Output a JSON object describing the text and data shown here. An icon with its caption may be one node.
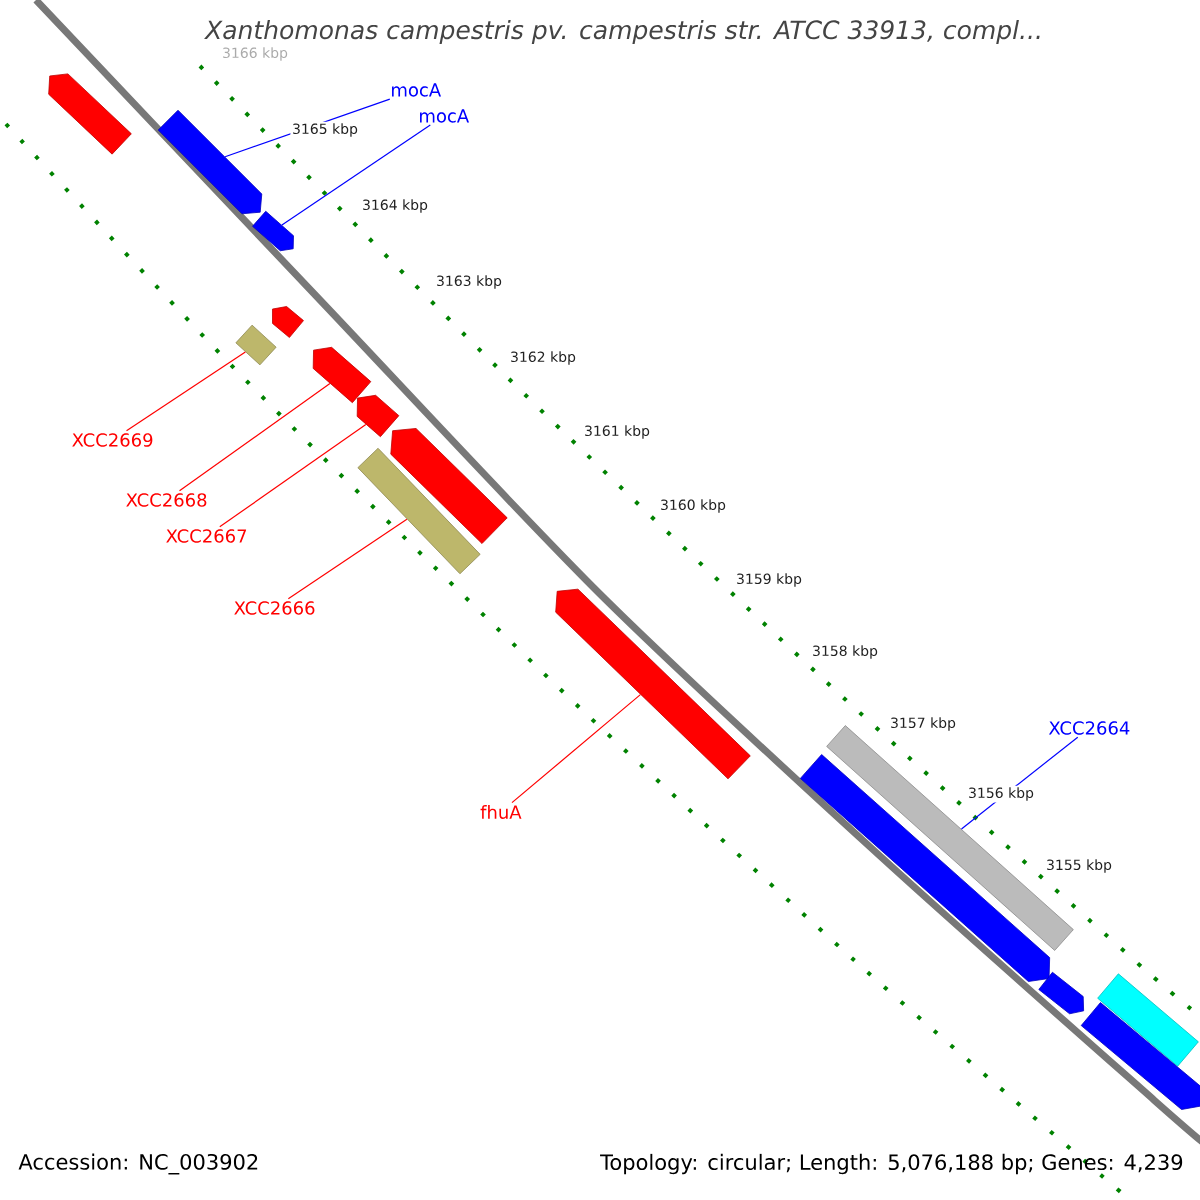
{
  "diagram": {
    "title": "Xanthomonas campestris pv. campestris str. ATCC 33913, compl...",
    "nodes": [
      {
        "text": [
          "mocA"
        ]
      },
      {
        "text": [
          "mocA"
        ]
      },
      {
        "text": [
          "XCC2669"
        ]
      },
      {
        "text": [
          "XCC2668"
        ]
      },
      {
        "text": [
          "XCC2667"
        ]
      },
      {
        "text": [
          "XCC2666"
        ]
      },
      {
        "text": [
          "fhuA"
        ]
      },
      {
        "text": [
          "XCC2664"
        ]
      },
      {
        "text": [],
        "shape": "arrow"
      },
      {
        "text": [],
        "shape": "arrow"
      },
      {
        "text": [],
        "shape": "arrow"
      },
      {
        "text": [],
        "shape": "arrow"
      },
      {
        "text": [],
        "shape": "bar"
      },
      {
        "text": [],
        "shape": "arrow"
      },
      {
        "text": [],
        "shape": "arrow"
      },
      {
        "text": [],
        "shape": "arrow"
      },
      {
        "text": [],
        "shape": "bar"
      },
      {
        "text": [],
        "shape": "arrow"
      },
      {
        "text": [],
        "shape": "bar"
      },
      {
        "text": [],
        "shape": "arrow"
      },
      {
        "text": [],
        "shape": "arrow"
      },
      {
        "text": [],
        "shape": "bar"
      },
      {
        "text": [],
        "shape": "arrow"
      }
    ],
    "edges": [
      {
        "from": 0,
        "to": 9,
        "arrow": "none",
        "color": "#0000ff"
      },
      {
        "from": 1,
        "to": 10,
        "arrow": "none",
        "color": "#0000ff"
      },
      {
        "from": 2,
        "to": 12,
        "arrow": "none"
      },
      {
        "from": 3,
        "to": 13,
        "arrow": "none"
      },
      {
        "from": 4,
        "to": 14,
        "arrow": "none"
      },
      {
        "from": 5,
        "to": 16,
        "arrow": "none"
      },
      {
        "from": 6,
        "to": 17,
        "arrow": "none"
      },
      {
        "from": 7,
        "to": 18,
        "arrow": "none",
        "color": "#0000ff"
      }
    ],
    "labels": [
      "3166 kbp",
      "3165 kbp",
      "3164 kbp",
      "3163 kbp",
      "3162 kbp",
      "3161 kbp",
      "3160 kbp",
      "3159 kbp",
      "3158 kbp",
      "3157 kbp",
      "3156 kbp",
      "3155 kbp",
      "Accession: NC_003902",
      "Topology: circular; Length: 5,076,188 bp; Genes: 4,239"
    ]
  }
}
